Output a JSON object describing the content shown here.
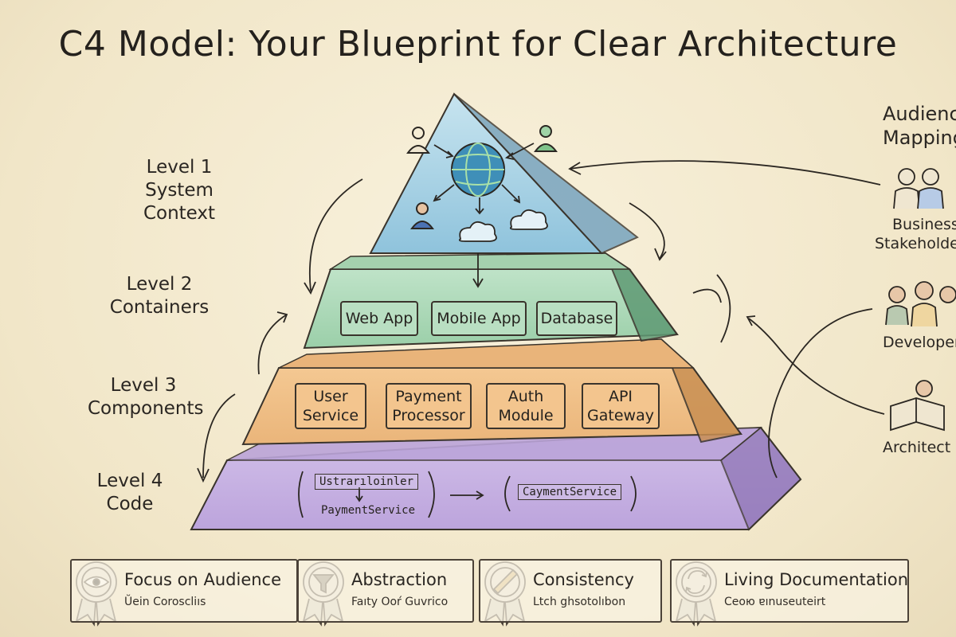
{
  "title": "C4 Model: Your Blueprint for Clear Architecture",
  "levels": [
    {
      "line1": "Level 1",
      "line2": "System Context",
      "color": "#bfe0ea"
    },
    {
      "line1": "Level 2",
      "line2": "Containers",
      "color": "#bfe1c8"
    },
    {
      "line1": "Level 3",
      "line2": "Components",
      "color": "#f5c99a"
    },
    {
      "line1": "Level 4",
      "line2": "Code",
      "color": "#d3c2e8"
    }
  ],
  "containers": [
    "Web App",
    "Mobile App",
    "Database"
  ],
  "components": [
    {
      "l1": "User",
      "l2": "Service"
    },
    {
      "l1": "Payment",
      "l2": "Processor"
    },
    {
      "l1": "Auth",
      "l2": "Module"
    },
    {
      "l1": "API",
      "l2": "Gateway"
    }
  ],
  "code": {
    "top": "Ustrarıloinler",
    "bottom": "PaymentService",
    "right": "CaymentService"
  },
  "audience": {
    "title_line1": "Audience",
    "title_line2": "Mapping",
    "business_line1": "Business",
    "business_line2": "Stakeholde",
    "developers": "Developer",
    "architects": "Architect"
  },
  "principles": [
    {
      "name": "Focus on Audience",
      "sub": "Ŭein Coroscliıs",
      "icon": "eye-icon"
    },
    {
      "name": "Abstraction",
      "sub": "Faıty Ooŕ Guvrico",
      "icon": "funnel-icon"
    },
    {
      "name": "Consistency",
      "sub": "Ltch ghsotolıbon",
      "icon": "ruler-icon"
    },
    {
      "name": "Living Documentation",
      "sub": "Ceoю ɐınuseuteirt",
      "icon": "refresh-icon"
    }
  ],
  "colors": {
    "tier1": "#a9d3e6",
    "tier2": "#a6d4b2",
    "tier3": "#eebf87",
    "tier4": "#c7b0e0",
    "ink": "#2a2622"
  }
}
